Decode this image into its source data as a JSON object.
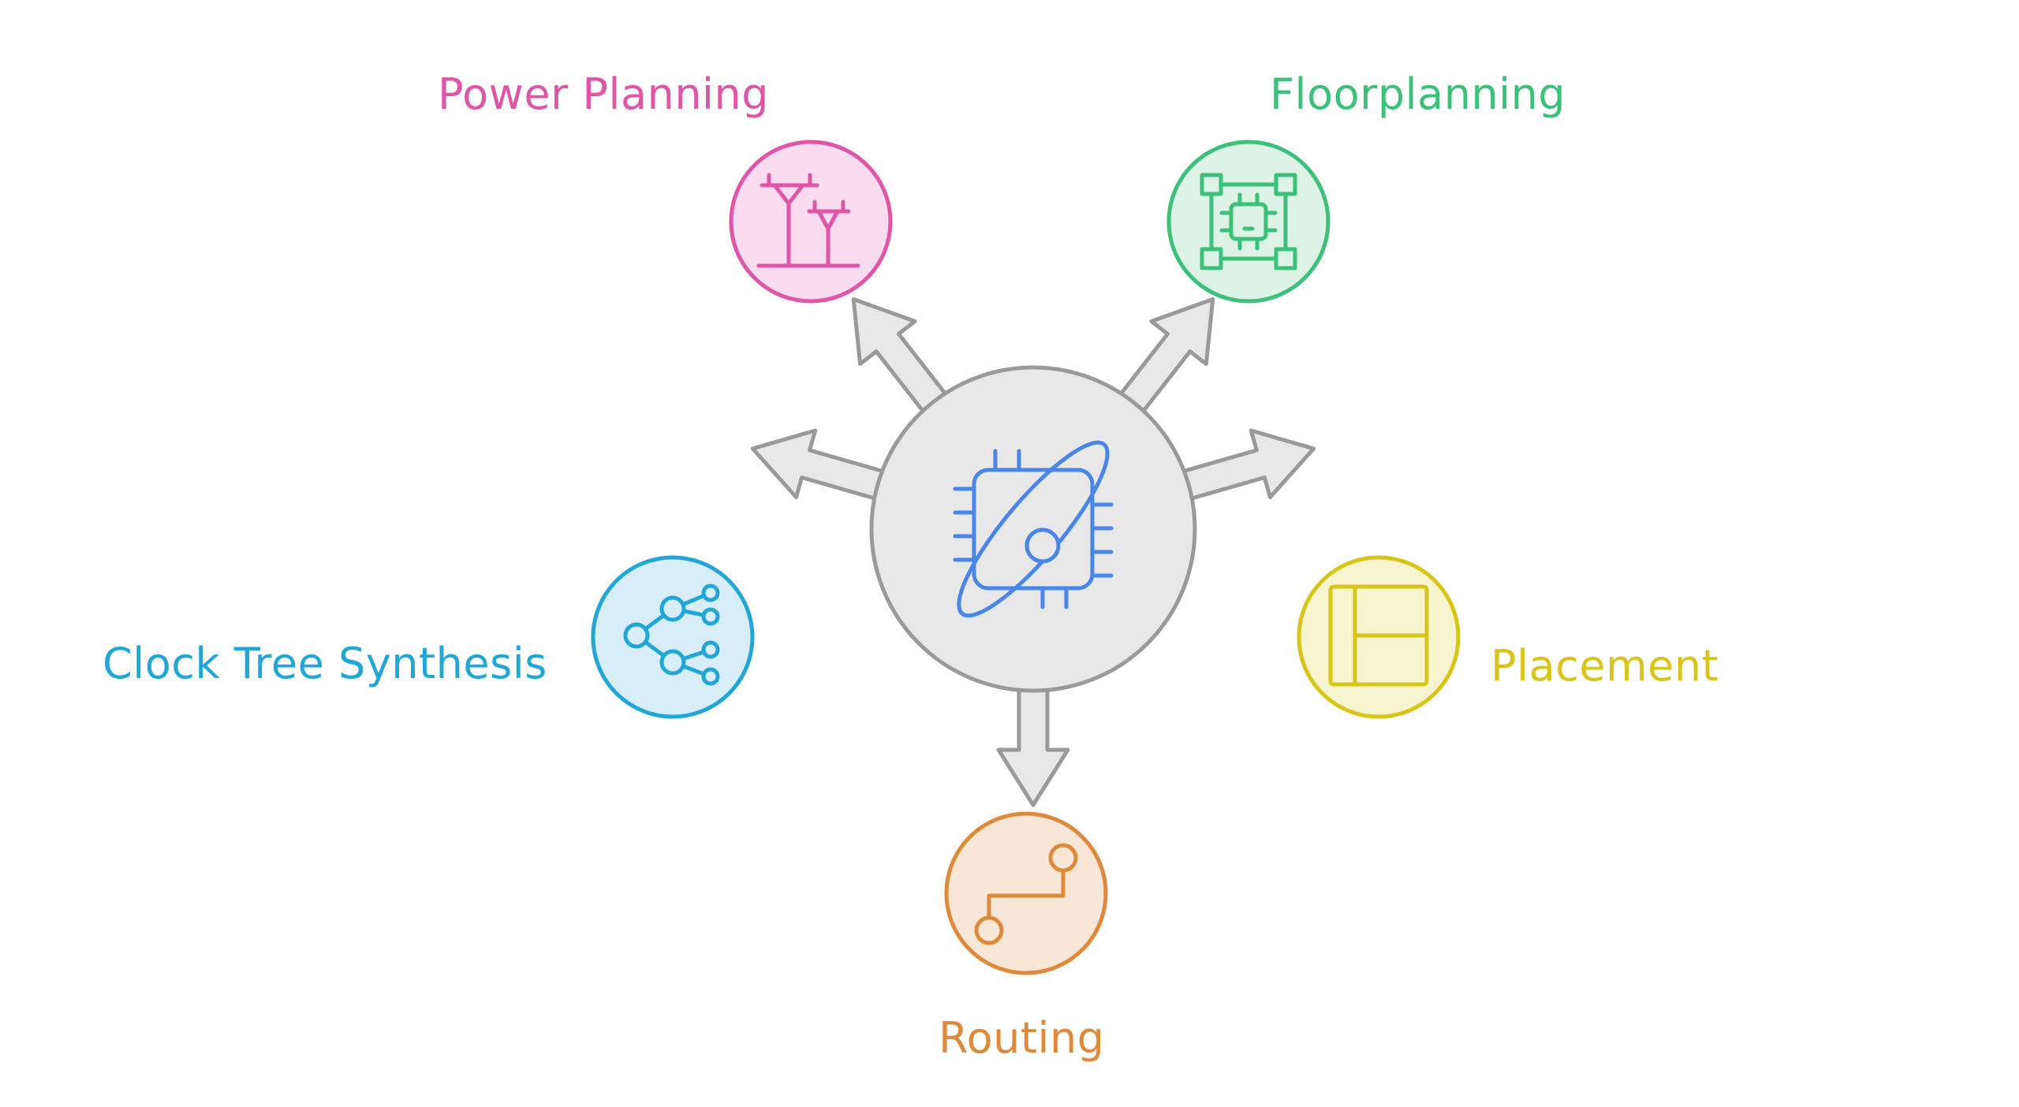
{
  "colors": {
    "hub_fill": "#e8e8e8",
    "hub_stroke": "#9a9a9a",
    "hub_icon": "#4a86e8",
    "power": "#df56a6",
    "power_fill": "#f9dcef",
    "floor": "#3cc07a",
    "floor_fill": "#dcf3e6",
    "clock": "#22a6d8",
    "clock_fill": "#d7eef9",
    "place": "#d9c51a",
    "place_fill": "#f8f4cf",
    "route": "#de8a3a",
    "route_fill": "#f8e7d6"
  },
  "hub": {
    "icon": "chip-orbit-icon"
  },
  "nodes": {
    "power": {
      "label": "Power Planning",
      "icon": "power-tower-icon"
    },
    "floor": {
      "label": "Floorplanning",
      "icon": "chip-floorplan-icon"
    },
    "clock": {
      "label": "Clock Tree Synthesis",
      "icon": "tree-branch-icon"
    },
    "place": {
      "label": "Placement",
      "icon": "layout-panels-icon"
    },
    "route": {
      "label": "Routing",
      "icon": "route-path-icon"
    }
  }
}
